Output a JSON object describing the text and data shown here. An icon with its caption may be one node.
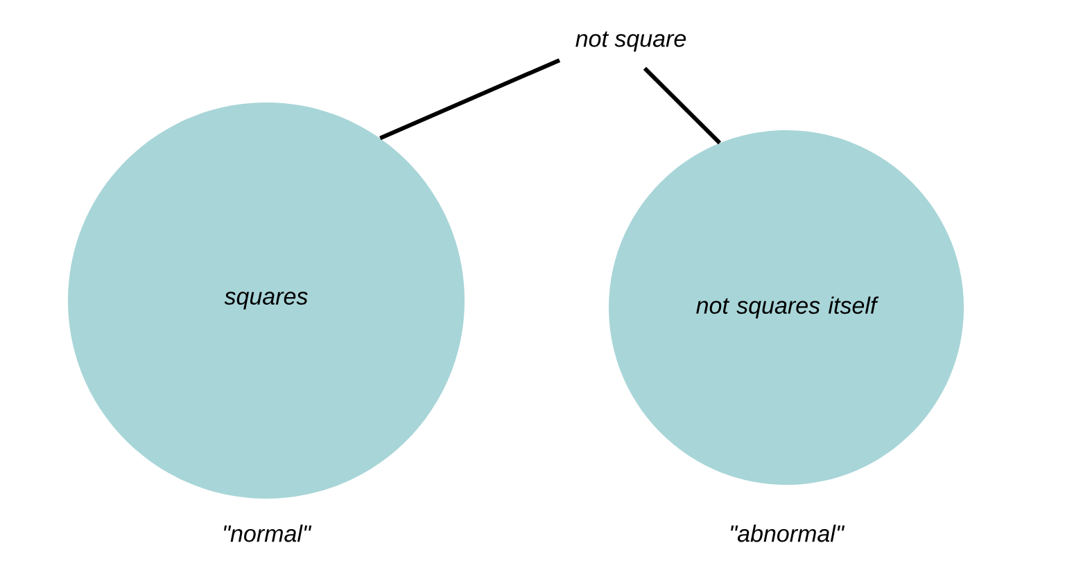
{
  "diagram": {
    "nodes": [
      {
        "text": [
          "not square"
        ]
      },
      {
        "text": [
          "squares"
        ],
        "beside": [
          "\"normal\""
        ]
      },
      {
        "text": [
          "not squares itself"
        ],
        "beside": [
          "\"abnormal\""
        ]
      }
    ],
    "edges": [
      {
        "from": 0,
        "to": 1,
        "arrow": "none"
      },
      {
        "from": 0,
        "to": 2,
        "arrow": "none"
      }
    ]
  }
}
